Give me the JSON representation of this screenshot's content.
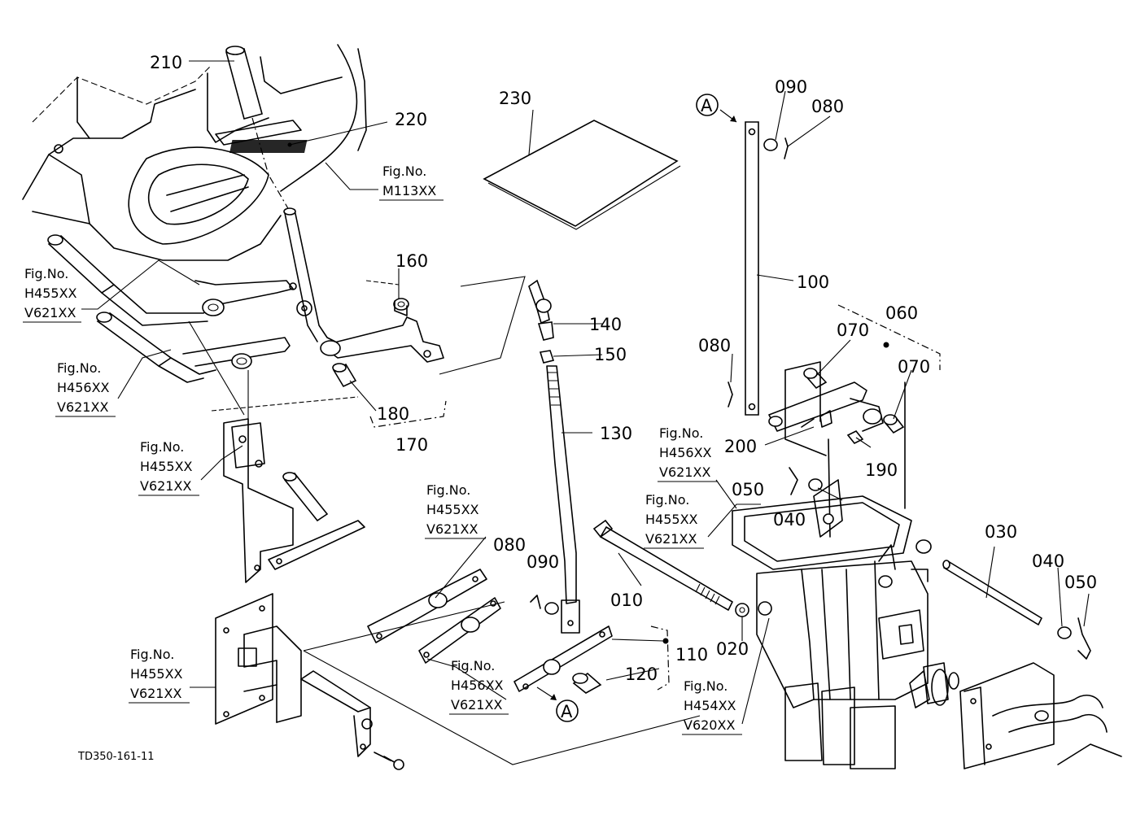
{
  "diagram_code": "TD350-161-11",
  "ref_marker": "A",
  "part_numbers": {
    "p010": "010",
    "p020": "020",
    "p030": "030",
    "p040a": "040",
    "p040b": "040",
    "p050a": "050",
    "p050b": "050",
    "p060": "060",
    "p070a": "070",
    "p070b": "070",
    "p080a": "080",
    "p080b": "080",
    "p080c": "080",
    "p090a": "090",
    "p090b": "090",
    "p100": "100",
    "p110": "110",
    "p120": "120",
    "p130": "130",
    "p140": "140",
    "p150": "150",
    "p160": "160",
    "p170": "170",
    "p180": "180",
    "p190": "190",
    "p200": "200",
    "p210": "210",
    "p220": "220",
    "p230": "230"
  },
  "figure_refs": [
    {
      "label": "Fig.No.",
      "code": "M113XX"
    },
    {
      "label": "Fig.No.",
      "code": "H455XX",
      "code2": "V621XX"
    },
    {
      "label": "Fig.No.",
      "code": "H456XX",
      "code2": "V621XX"
    },
    {
      "label": "Fig.No.",
      "code": "H455XX",
      "code2": "V621XX"
    },
    {
      "label": "Fig.No.",
      "code": "H455XX",
      "code2": "V621XX"
    },
    {
      "label": "Fig.No.",
      "code": "H456XX",
      "code2": "V621XX"
    },
    {
      "label": "Fig.No.",
      "code": "H455XX",
      "code2": "V621XX"
    },
    {
      "label": "Fig.No.",
      "code": "H455XX",
      "code2": "V621XX"
    },
    {
      "label": "Fig.No.",
      "code": "H456XX",
      "code2": "V621XX"
    },
    {
      "label": "Fig.No.",
      "code": "H454XX",
      "code2": "V620XX"
    }
  ]
}
